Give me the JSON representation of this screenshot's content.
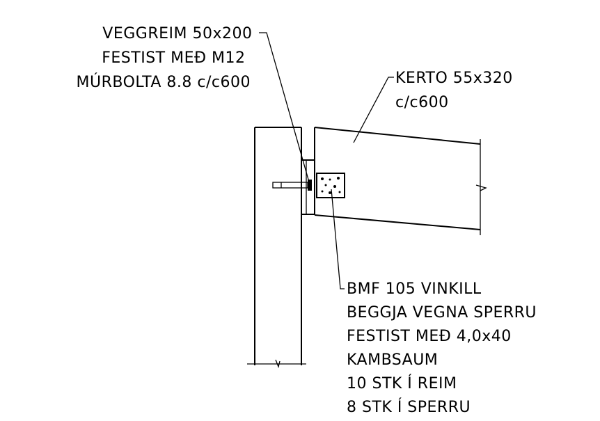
{
  "labels": {
    "wall_strip": [
      "VEGGREIM 50x200",
      "FESTIST MEÐ M12",
      "MÚRBOLTA 8.8 c/c600"
    ],
    "joist": [
      "KERTO 55x320",
      "c/c600"
    ],
    "angle_bracket": [
      "BMF 105 VINKILL",
      "BEGGJA VEGNA SPERRU",
      "FESTIST MEÐ 4,0x40",
      "KAMBSAUM",
      "10 STK Í REIM",
      "8 STK Í SPERRU"
    ]
  },
  "colors": {
    "ink": "#000000",
    "paper": "#ffffff"
  }
}
